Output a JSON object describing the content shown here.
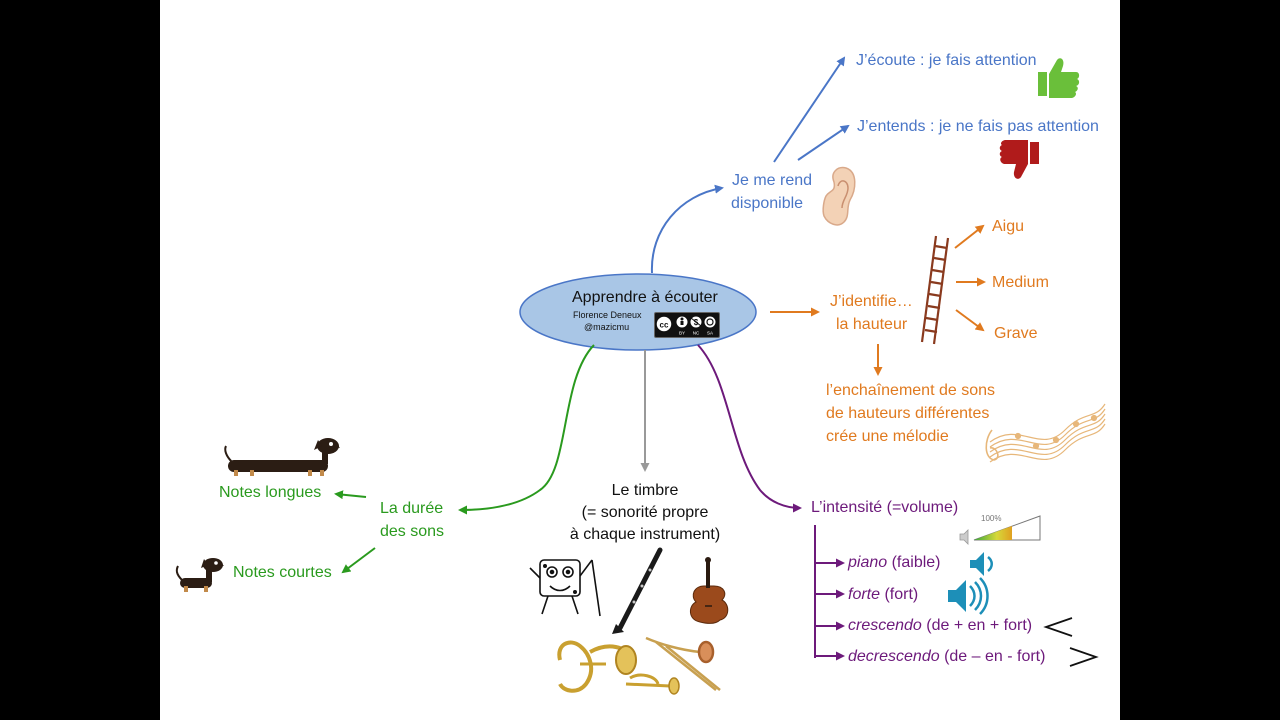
{
  "center": {
    "title": "Apprendre à écouter",
    "author": "Florence Deneux",
    "handle": "@mazicmu",
    "license_tags": [
      "BY",
      "NC",
      "SA"
    ]
  },
  "ecoute": {
    "node_line1": "Je me rend",
    "node_line2": "disponible",
    "listen": "J’écoute : je fais attention",
    "hear": "J’entends : je ne fais pas attention"
  },
  "hauteur": {
    "line1": "J’identifie…",
    "line2": "la hauteur",
    "aigu": "Aigu",
    "medium": "Medium",
    "grave": "Grave",
    "melody1": "l’enchaînement de sons",
    "melody2": "de hauteurs différentes",
    "melody3": "crée une mélodie"
  },
  "intensite": {
    "title": "L’intensité (=volume)",
    "meter_label": "100%",
    "items": [
      {
        "term": "piano",
        "rest": " (faible)"
      },
      {
        "term": "forte",
        "rest": " (fort)"
      },
      {
        "term": "crescendo",
        "rest": " (de + en + fort)"
      },
      {
        "term": "decrescendo",
        "rest": " (de – en - fort)"
      }
    ]
  },
  "timbre": {
    "line1": "Le timbre",
    "line2": "(= sonorité propre",
    "line3": "à chaque instrument)"
  },
  "duree": {
    "line1": "La durée",
    "line2": "des sons",
    "long": "Notes longues",
    "short": "Notes courtes"
  },
  "colors": {
    "blue": "#4a76c7",
    "orange": "#e07a1f",
    "green": "#2a9a1e",
    "purple": "#6d1a7b",
    "gray": "#999999",
    "ellipse_fill": "#a9c6e6",
    "ellipse_stroke": "#4a76c7"
  }
}
